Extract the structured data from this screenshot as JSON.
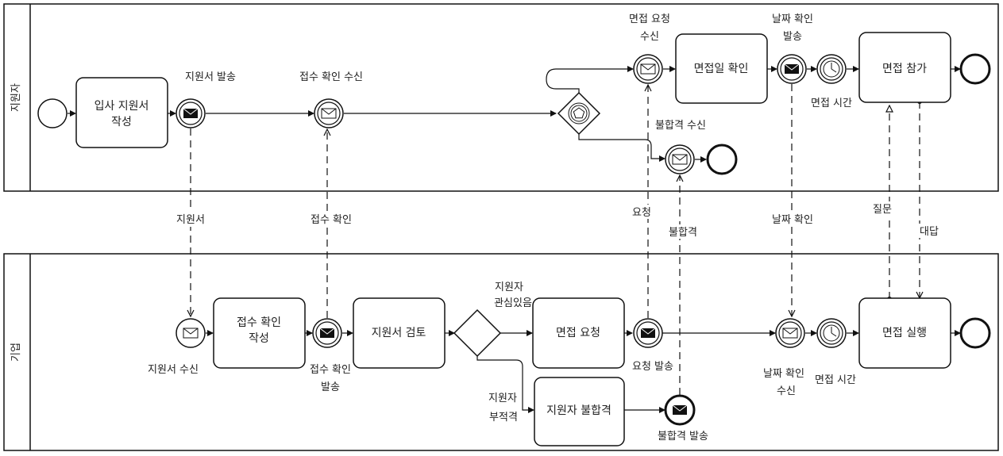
{
  "pools": {
    "applicant": "지원자",
    "company": "기업"
  },
  "applicant_tasks": {
    "write_application": [
      "입사 지원서",
      "작성"
    ],
    "check_interview_date": "면접일 확인",
    "attend_interview": "면접 참가"
  },
  "applicant_events": {
    "send_application": "지원서 발송",
    "receive_confirmation": "접수 확인 수신",
    "receive_interview_request": [
      "면접 요청",
      "수신"
    ],
    "send_date_confirmation": [
      "날짜 확인",
      "발송"
    ],
    "interview_time": "면접 시간",
    "receive_rejection": "불합격 수신"
  },
  "company_tasks": {
    "write_confirmation": [
      "접수 확인",
      "작성"
    ],
    "review_application": "지원서 검토",
    "request_interview": "면접 요청",
    "reject_applicant": "지원자 불합격",
    "conduct_interview": "면접 실행"
  },
  "company_events": {
    "receive_application": "지원서 수신",
    "send_confirmation": [
      "접수 확인",
      "발송"
    ],
    "send_request": "요청 발송",
    "send_rejection": "불합격 발송",
    "receive_date_confirmation": [
      "날짜 확인",
      "수신"
    ],
    "interview_time": "면접 시간"
  },
  "gateway_labels": {
    "interested": [
      "지원자",
      "관심있음"
    ],
    "unsuitable": [
      "지원자",
      "부적격"
    ]
  },
  "message_flows": {
    "application": "지원서",
    "confirmation": "접수 확인",
    "request": "요청",
    "rejection": "불합격",
    "date_confirmation": "날짜 확인",
    "question": "질문",
    "answer": "대답"
  }
}
